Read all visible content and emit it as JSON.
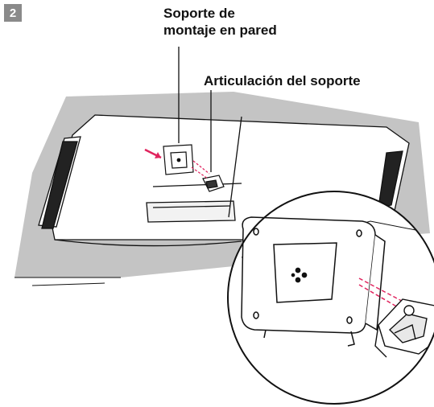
{
  "step": {
    "number": "2"
  },
  "callouts": {
    "wall_mount_bracket_line1": "Soporte de",
    "wall_mount_bracket_line2": "montaje en pared",
    "stand_hinge": "Articulación del soporte"
  },
  "colors": {
    "badge": "#8a8a8a",
    "cloth": "#c4c4c4",
    "arrow": "#e0245e",
    "line": "#111111"
  }
}
